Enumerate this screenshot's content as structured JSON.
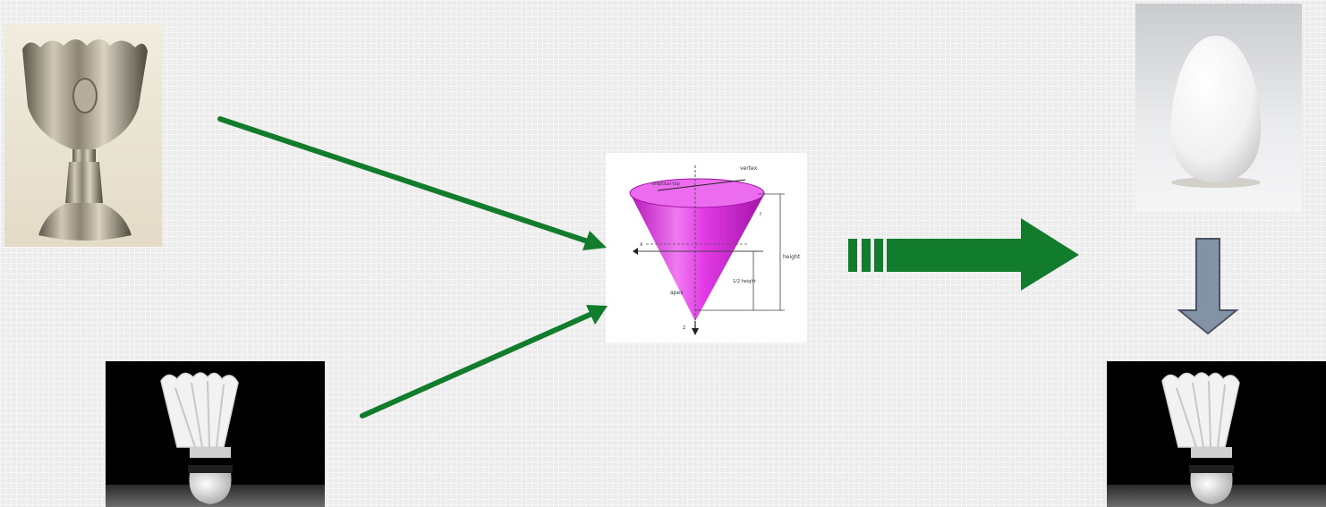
{
  "palette": {
    "background": "#ececec",
    "arrow_green": "#107c2c",
    "down_arrow_fill": "#8393a5",
    "down_arrow_stroke": "#4a5563",
    "cone_magenta": "#e23ae6"
  },
  "images": {
    "goblet": {
      "icon": "silver-goblet-photo"
    },
    "shuttlecock_left": {
      "icon": "shuttlecock-photo"
    },
    "cone": {
      "icon": "cone-diagram",
      "labels": {
        "top": "vertex",
        "inner": "elliptical top",
        "x_axis": "x",
        "r_label": "r",
        "height": "height",
        "half_height": "1/2 height",
        "apex": "apex",
        "z_axis": "z"
      }
    },
    "egg": {
      "icon": "egg-photo"
    },
    "shuttlecock_right": {
      "icon": "shuttlecock-photo"
    }
  },
  "arrows": {
    "from_goblet": {
      "icon": "green-arrow"
    },
    "from_shuttlecock": {
      "icon": "green-arrow"
    },
    "implies": {
      "icon": "green-block-arrow"
    },
    "down": {
      "icon": "down-arrow"
    }
  }
}
